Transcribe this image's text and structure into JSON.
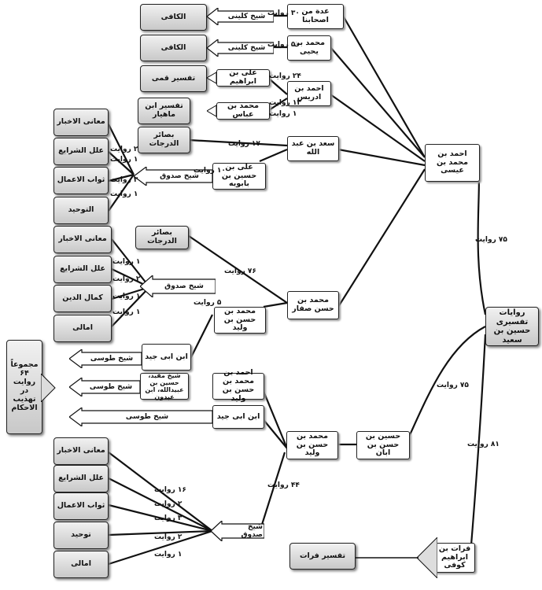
{
  "nodes": {
    "root": "روايات تفسيری حسين بن سعيد",
    "ahmad": "احمد بن محمد بن عيسی",
    "husayn_aban": "حسين بن حسن بن ابان",
    "qurat": "فرات بن ابراهيم کوفی",
    "tafsir_qurat": "تفسير فرات",
    "saffar": "محمد بن حسن صفار",
    "sad": "سعد بن عبد الله",
    "idda": "عدة من اصحابنا",
    "m_yahya": "محمد بن يحيی",
    "a_idris": "احمد بن ادريس",
    "kafi1": "الکافی",
    "kafi2": "الکافی",
    "ali_ibrahim": "علی بن ابراهيم",
    "tafsir_qummi": "تفسير قمی",
    "m_abbas": "محمد بن عباس",
    "tafsir_mahyar": "تفسير ابن ماهيار",
    "basair1": "بصائر الدرجات",
    "ali_babawayh": "علی بن حسين بن بابويه",
    "maani1": "معانی الاخبار",
    "ilal1": "علل الشرايع",
    "thawab1": "ثواب الاعمال",
    "tawhid1": "التوحيد",
    "basair2": "بصائر الدرجات",
    "maani2": "معانی الاخبار",
    "ilal2": "علل الشرايع",
    "kamal": "کمال الدين",
    "amali1": "امالی",
    "m_walid1": "محمد بن حسن بن وليد",
    "ibn_abi_jid1": "ابن ابی جيد",
    "mufid": "شيخ مفيد، حسين بن عبيدالله، ابن عبدون",
    "ahmad_m_hasan": "احمد بن محمد بن حسن بن وليد",
    "ibn_abi_jid2": "ابن ابی جيد",
    "m_walid2": "محمد بن حسن بن وليد",
    "maani3": "معانی الاخبار",
    "ilal3": "علل الشرايع",
    "thawab3": "ثواب الاعمال",
    "tawhid3": "توحيد",
    "amali3": "امالی",
    "total": "مجموعاً ۶۴ روايت در تهذيب الاحکام"
  },
  "arrows": {
    "kulayni1": "شيخ کلينی",
    "kulayni2": "شيخ کلينی",
    "saduq1": "شيخ صدوق",
    "saduq2": "شيخ صدوق",
    "saduq3": "شيخ صدوق",
    "tusi1": "شيخ طوسی",
    "tusi2": "شيخ طوسی",
    "tusi3": "شيخ طوسی"
  },
  "edge_labels": {
    "e_idda": "۳۰ روايت",
    "e_yahya": "۵۰ روايت",
    "e_ali_ibrahim": "۲۴ روايت",
    "e_idris": "۱۳ روايت",
    "e_abbas": "۱ روايت",
    "e_sad_basair": "۱۷ روايت",
    "e_babawayh": "۱۰ روايت",
    "e_maani1": "۲ روايت",
    "e_ilal1": "۱ روايت",
    "e_thawab1": "۲ روايت",
    "e_tawhid1": "۱ روايت",
    "e_saffar_basair": "۷۶ روايت",
    "e_walid1": "۵ روايت",
    "e_maani2": "۱ روايت",
    "e_ilal2": "۲ روايت",
    "e_kamal": "۱ روايت",
    "e_amali1": "۱ روايت",
    "e_ahmad_root": "۷۵ روايت",
    "e_aban_root": "۷۵ روايت",
    "e_qurat_root": "۸۱ روايت",
    "e_walid2": "۴۴ روايت",
    "e_maani3": "۱۶ روايت",
    "e_ilal3": "۲ روايت",
    "e_thawab3": "۳ روايت",
    "e_tawhid3": "۲ روايت",
    "e_amali3": "۱ روايت"
  }
}
